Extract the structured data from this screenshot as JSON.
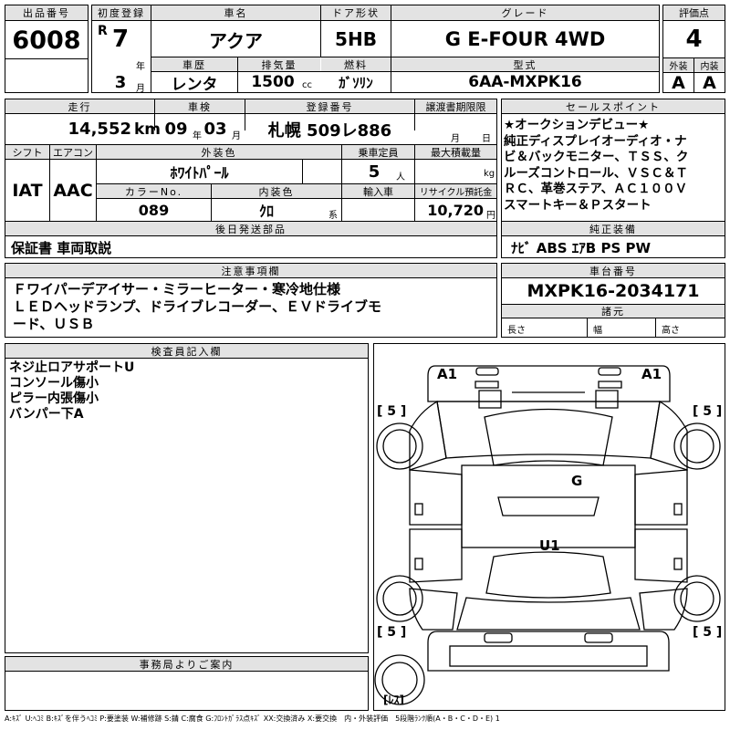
{
  "labels": {
    "lot_no": "出品番号",
    "first_reg": "初度登録",
    "car_name": "車名",
    "door": "ドア形状",
    "grade": "グレード",
    "score": "評価点",
    "history": "車歴",
    "displacement": "排気量",
    "fuel": "燃料",
    "model": "型式",
    "exterior": "外装",
    "interior": "内装",
    "mileage": "走行",
    "inspection": "車検",
    "registration": "登録番号",
    "transfer_deadline": "譲渡書期限限",
    "shift": "シフト",
    "aircon": "エアコン",
    "ext_color": "外装色",
    "capacity": "乗車定員",
    "max_load": "最大積載量",
    "color_no": "カラーNo.",
    "int_color": "内装色",
    "import": "輸入車",
    "recycle": "リサイクル預託金",
    "later_parts": "後日発送部品",
    "sales_points": "セールスポイント",
    "genuine_equip": "純正装備",
    "notes": "注意事項欄",
    "chassis": "車台番号",
    "specs": "諸元",
    "length": "長さ",
    "width": "幅",
    "height": "高さ",
    "inspector": "検査員記入欄",
    "office": "事務局よりご案内"
  },
  "units": {
    "year": "年",
    "month": "月",
    "cc": "cc",
    "km": "km",
    "persons": "人",
    "kg": "kg",
    "yen": "円",
    "kei": "系",
    "r_prefix": "R"
  },
  "values": {
    "lot_no": "6008",
    "first_reg_year": "7",
    "first_reg_month": "3",
    "car_name": "アクア",
    "door": "5HB",
    "grade": "G E-FOUR 4WD",
    "score": "4",
    "history": "レンタ",
    "displacement": "1500",
    "fuel": "ｶﾞｿﾘﾝ",
    "model": "6AA-MXPK16",
    "exterior_grade": "A",
    "interior_grade": "A",
    "mileage": "14,552",
    "insp_year": "09",
    "insp_month": "03",
    "registration": "札幌 509レ886",
    "shift": "IAT",
    "aircon": "AAC",
    "ext_color": "ﾎﾜｲﾄﾊﾟｰﾙ",
    "capacity": "5",
    "color_no": "089",
    "int_color": "ｸﾛ",
    "recycle": "10,720",
    "later_parts": "保証書 車両取説",
    "genuine_equip": "ﾅﾋﾞ ABS ｴｱB PS PW",
    "chassis": "MXPK16-2034171"
  },
  "sales_points": [
    "★オークションデビュー★",
    "純正ディスプレイオーディオ・ナ",
    "ビ＆バックモニター、ＴＳＳ、ク",
    "ルーズコントロール、ＶＳＣ＆Ｔ",
    "ＲＣ、革巻ステア、ＡＣ１００Ｖ",
    "スマートキー＆Ｐスタート"
  ],
  "notes": [
    "Ｆワイパーデアイサー・ミラーヒーター・寒冷地仕様",
    "ＬＥＤヘッドランプ、ドライブレコーダー、ＥＶドライブモ",
    "ード、ＵＳＢ"
  ],
  "inspector_notes": [
    "ネジ止ロアサポートU",
    "コンソール傷小",
    "ピラー内張傷小",
    "バンパー下A"
  ],
  "diagram": {
    "a1_left": "A1",
    "a1_right": "A1",
    "g": "G",
    "u1": "U1",
    "tire_fl": "[ 5 ]",
    "tire_fr": "[ 5 ]",
    "tire_rl": "[ 5 ]",
    "tire_rr": "[ 5 ]",
    "spare": "[ﾚｽ]"
  },
  "legend": "A:ｷｽﾞ U:ﾍｺﾐ B:ｷｽﾞを伴うﾍｺﾐ P:要塗装 W:補修跡 S:錆 C:腐食 G:ﾌﾛﾝﾄｶﾞﾗｽ点ｷｽﾞ XX:交換済み X:要交換　内・外装評価　5段階ﾗﾝｸ順(A・B・C・D・E) 1"
}
